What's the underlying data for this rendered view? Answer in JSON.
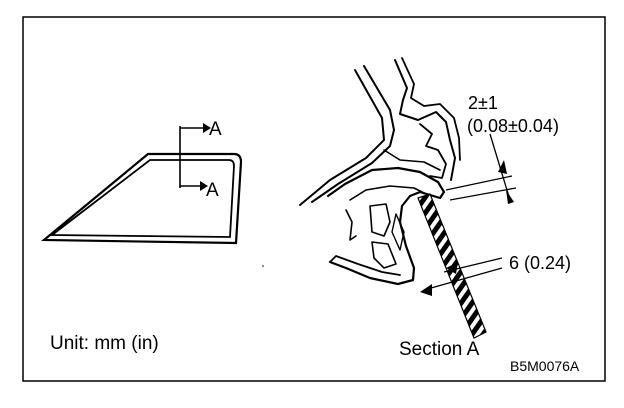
{
  "labels": {
    "unit": "Unit: mm (in)",
    "section": "Section A",
    "figure_code": "B5M0076A",
    "dim_top_line1": "2±1",
    "dim_top_line2": "(0.08±0.04)",
    "dim_side": "6 (0.24)",
    "section_mark_top": "A",
    "section_mark_bottom": "A"
  }
}
